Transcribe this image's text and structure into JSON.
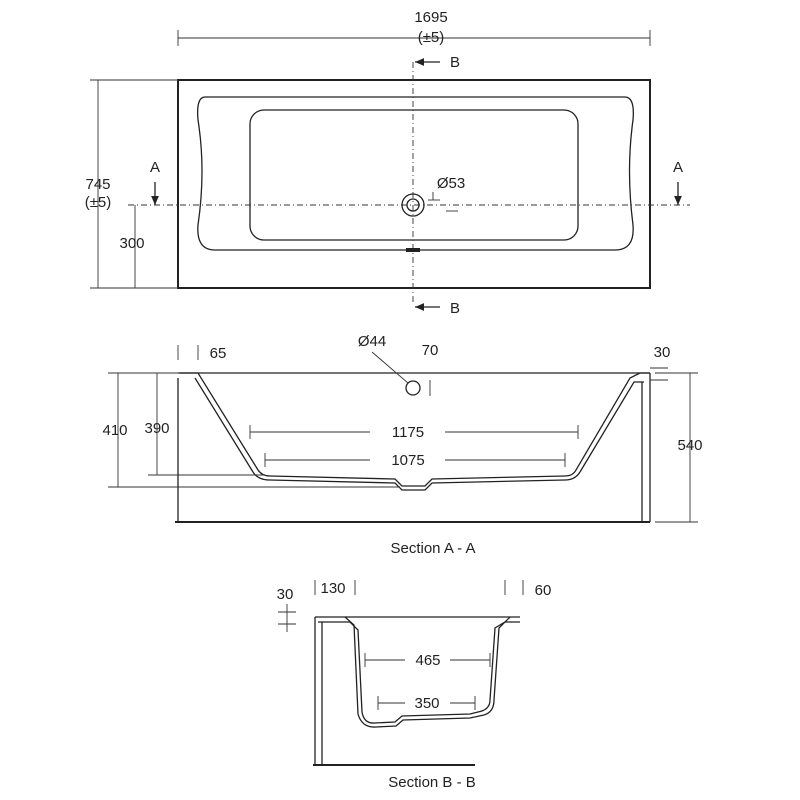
{
  "plan": {
    "length": "1695",
    "length_tol": "(±5)",
    "width": "745",
    "width_tol": "(±5)",
    "drain_offset": "300",
    "drain_dia": "Ø53",
    "section_a_left": "A",
    "section_a_right": "A",
    "section_b_top": "B",
    "section_b_bottom": "B"
  },
  "section_aa": {
    "title": "Section A - A",
    "rim_width": "65",
    "overflow_dia": "Ø44",
    "overflow_offset": "70",
    "rim_thickness": "30",
    "total_depth": "410",
    "inner_depth": "390",
    "height": "540",
    "top_floor_len": "1175",
    "bottom_floor_len": "1075"
  },
  "section_bb": {
    "title": "Section B - B",
    "rim_thickness": "30",
    "rim_left": "130",
    "rim_right": "60",
    "top_floor_width": "465",
    "bottom_floor_width": "350"
  }
}
